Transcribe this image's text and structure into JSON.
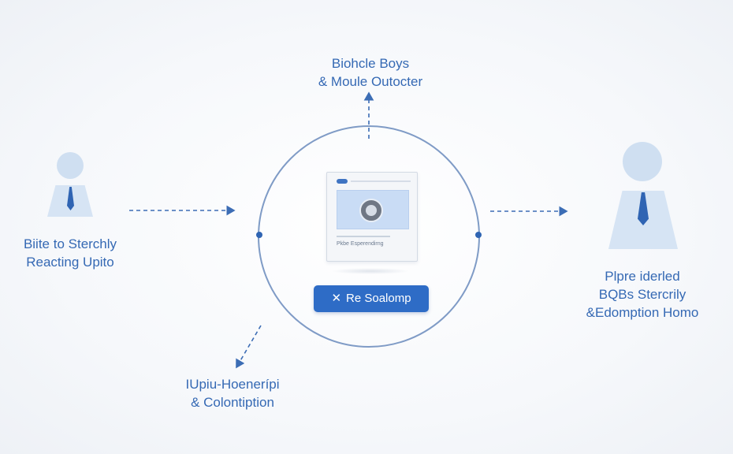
{
  "labels": {
    "top": [
      "Biohcle Boys",
      "& Moule Outocter"
    ],
    "left": [
      "Biite to Sterchly",
      "Reacting Upito"
    ],
    "right": [
      "Plpre iderled",
      "BQBs Stercrily",
      "&Edomption Homo"
    ],
    "bottom": [
      "IUpiu-Hoenerípi",
      "& Colontiption"
    ]
  },
  "card": {
    "caption": "Pkbe Esperendirng"
  },
  "action_button": {
    "label": "Re Soalomp",
    "icon": "close-icon"
  },
  "colors": {
    "accent": "#2e6cc6",
    "connector": "#3c6db5",
    "circle": "#7f9bc6",
    "person": "#d6e4f4",
    "tie": "#2f64b3"
  }
}
